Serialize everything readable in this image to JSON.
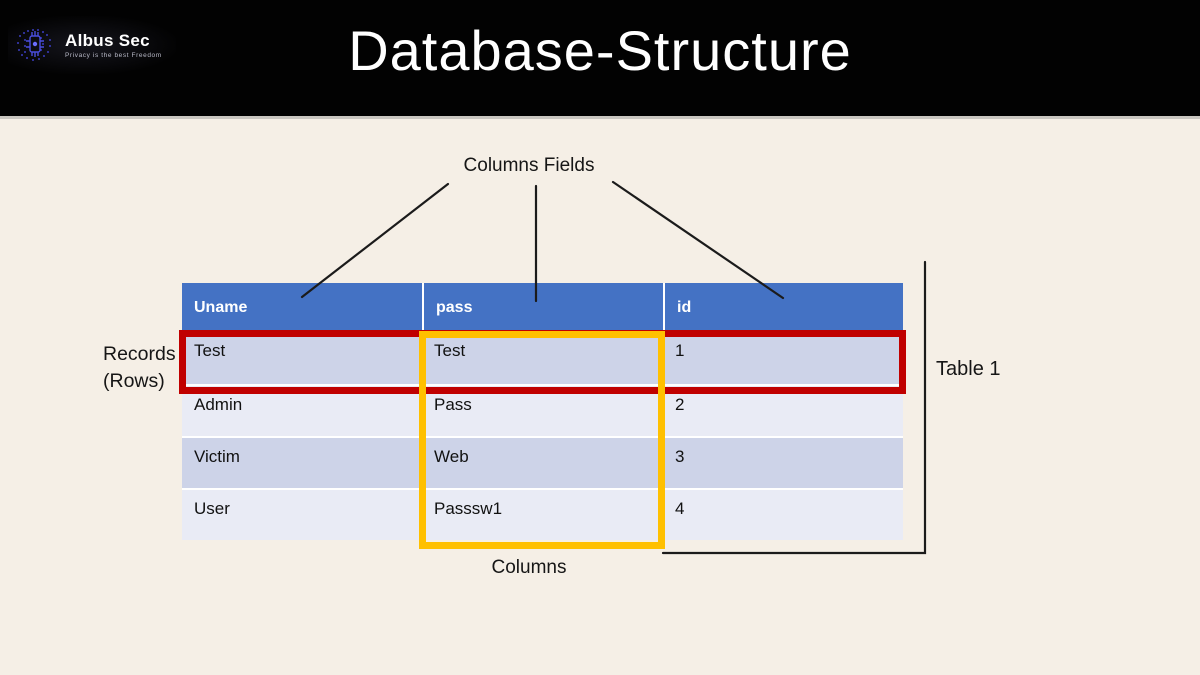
{
  "title": "Database-Structure",
  "logo": {
    "name": "Albus Sec",
    "tagline": "Privacy is the best Freedom"
  },
  "annotations": {
    "columns_fields": "Columns Fields",
    "records_line1": "Records",
    "records_line2": "(Rows)",
    "columns": "Columns",
    "table_name": "Table 1"
  },
  "table": {
    "headers": [
      "Uname",
      "pass",
      "id"
    ],
    "rows": [
      [
        "Test",
        "Test",
        "1"
      ],
      [
        "Admin",
        "Pass",
        "2"
      ],
      [
        "Victim",
        "Web",
        "3"
      ],
      [
        "User",
        "Passsw1",
        "4"
      ]
    ]
  },
  "colors": {
    "slide_bg": "#F5EFE6",
    "band_bg": "#020202",
    "header_blue": "#4472C4",
    "row_dark": "#CDD3E8",
    "row_light": "#E9EBF5",
    "highlight_red": "#C00000",
    "highlight_yellow": "#FFC000",
    "line_black": "#1B1B1B"
  }
}
